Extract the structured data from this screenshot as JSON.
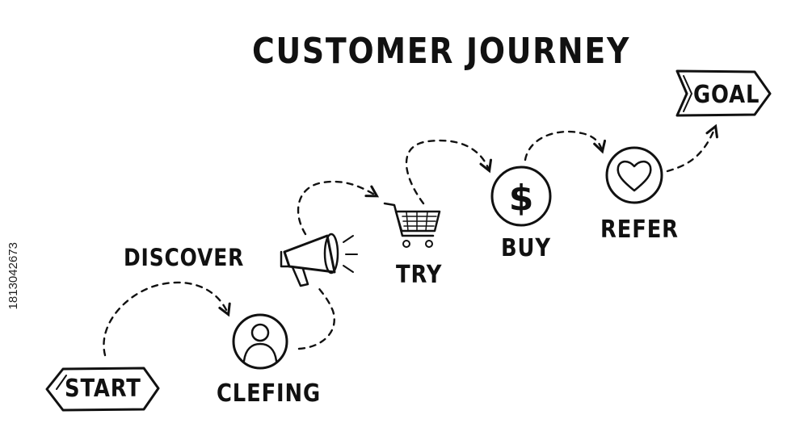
{
  "title": "CUSTOMER JOURNEY",
  "start_label": "START",
  "goal_label": "GOAL",
  "stages": {
    "discover": "DISCOVER",
    "clefing": "CLEFING",
    "try": "TRY",
    "buy": "BUY",
    "refer": "REFER"
  },
  "stock_id": "1813042673",
  "colors": {
    "ink": "#111111",
    "background": "#ffffff"
  },
  "icons": {
    "clefing": "person-circle-icon",
    "discover": "megaphone-icon",
    "try": "shopping-cart-icon",
    "buy": "dollar-coin-icon",
    "refer": "heart-circle-icon"
  }
}
